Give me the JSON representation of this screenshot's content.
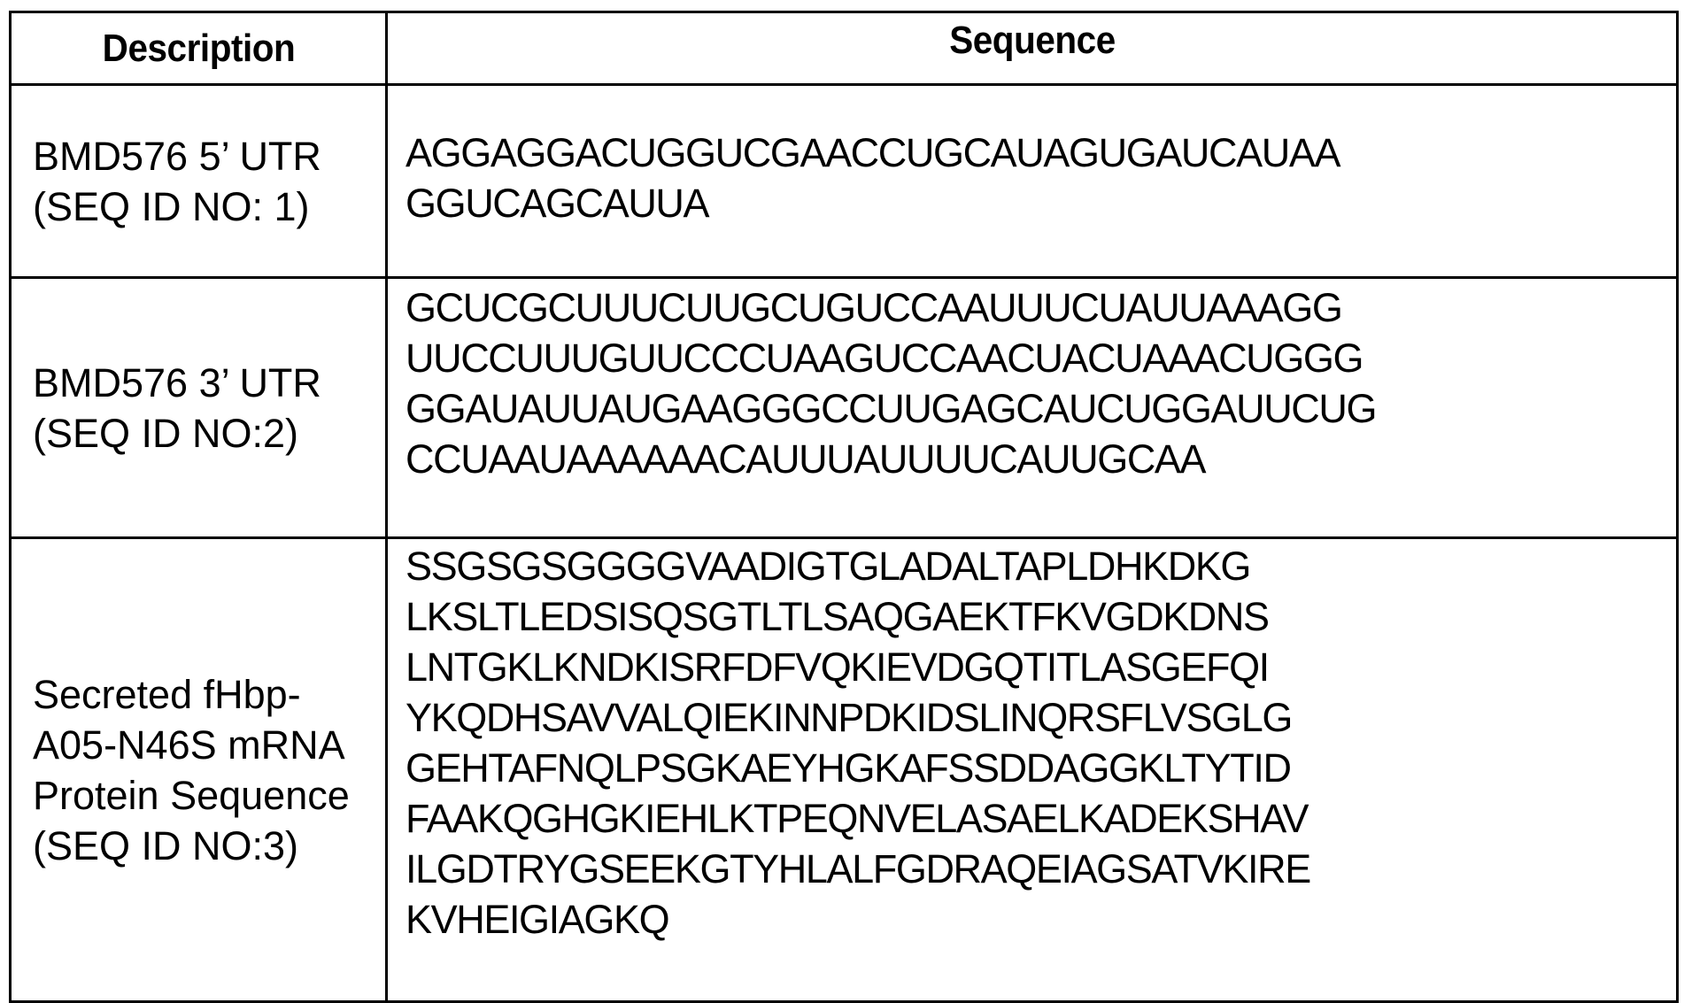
{
  "table": {
    "headers": {
      "description": "Description",
      "sequence": "Sequence"
    },
    "rows": [
      {
        "description_lines": [
          "BMD576 5’ UTR",
          "(SEQ ID NO: 1)"
        ],
        "sequence_lines": [
          "AGGAGGACUGGUCGAACCUGCAUAGUGAUCAUAA",
          "GGUCAGCAUUA"
        ]
      },
      {
        "description_lines": [
          "BMD576 3’ UTR",
          "(SEQ ID NO:2)"
        ],
        "sequence_lines": [
          "GCUCGCUUUCUUGCUGUCCAAUUUCUAUUAAAGG",
          "UUCCUUUGUUCCCUAAGUCCAACUACUAAACUGGG",
          "GGAUAUUAUGAAGGGCCUUGAGCAUCUGGAUUCUG",
          "CCUAAUAAAAAACAUUUAUUUUCAUUGCAA"
        ]
      },
      {
        "description_lines": [
          "Secreted fHbp-",
          "A05-N46S mRNA",
          "Protein Sequence",
          "(SEQ ID NO:3)"
        ],
        "sequence_lines": [
          "SSGSGSGGGGVAADIGTGLADALTAPLDHKDKG",
          "LKSLTLEDSISQSGTLTLSAQGAEKTFKVGDKDNS",
          "LNTGKLKNDKISRFDFVQKIEVDGQTITLASGEFQI",
          "YKQDHSAVVALQIEKINNPDKIDSLINQRSFLVSGLG",
          "GEHTAFNQLPSGKAEYHGKAFSSDDAGGKLTYTID",
          "FAAKQGHGKIEHLKTPEQNVELASAELKADEKSHAV",
          "ILGDTRYGSEEKGTYHLALFGDRAQEIAGSATVKIRE",
          "KVHEIGIAGKQ"
        ]
      }
    ]
  }
}
